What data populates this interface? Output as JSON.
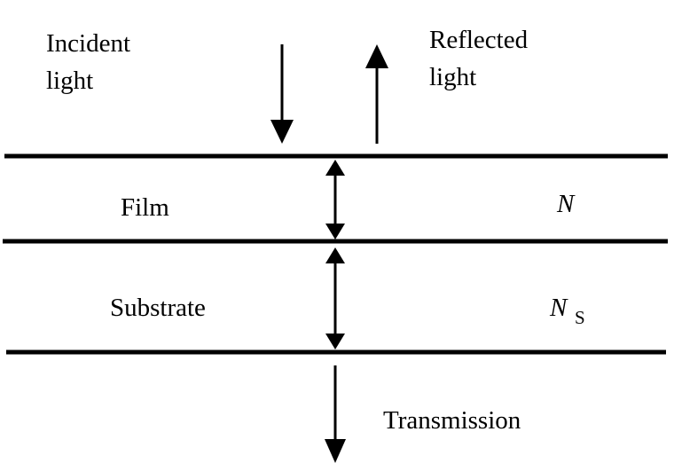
{
  "labels": {
    "incident_line1": "Incident",
    "incident_line2": "light",
    "reflected_line1": "Reflected",
    "reflected_line2": "light",
    "film": "Film",
    "film_index": "N",
    "substrate": "Substrate",
    "substrate_index": "N",
    "substrate_index_subscript": "S",
    "transmission": "Transmission"
  },
  "colors": {
    "ink": "#000000",
    "background": "#ffffff"
  }
}
